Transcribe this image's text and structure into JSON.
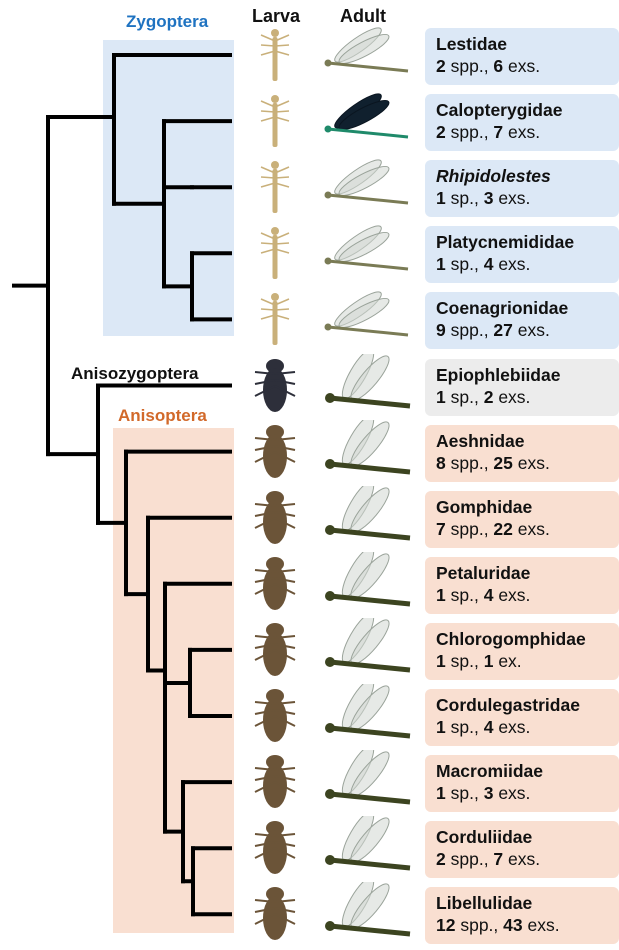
{
  "headers": {
    "larva": "Larva",
    "adult": "Adult"
  },
  "clades": {
    "zygoptera": {
      "label": "Zygoptera",
      "label_color": "#1f73c1",
      "bg_color": "#dce8f6"
    },
    "anisozygoptera": {
      "label": "Anisozygoptera",
      "label_color": "#111111"
    },
    "anisoptera": {
      "label": "Anisoptera",
      "label_color": "#d2692a",
      "bg_color": "#f9dfd1"
    }
  },
  "families": [
    {
      "name": "Lestidae",
      "italic": false,
      "species": "2",
      "species_unit": "spp.",
      "specimens": "6",
      "specimens_unit": "exs.",
      "clade": "zygoptera"
    },
    {
      "name": "Calopterygidae",
      "italic": false,
      "species": "2",
      "species_unit": "spp.",
      "specimens": "7",
      "specimens_unit": "exs.",
      "clade": "zygoptera"
    },
    {
      "name": "Rhipidolestes",
      "italic": true,
      "species": "1",
      "species_unit": "sp.",
      "specimens": "3",
      "specimens_unit": "exs.",
      "clade": "zygoptera"
    },
    {
      "name": "Platycnemididae",
      "italic": false,
      "species": "1",
      "species_unit": "sp.",
      "specimens": "4",
      "specimens_unit": "exs.",
      "clade": "zygoptera"
    },
    {
      "name": "Coenagrionidae",
      "italic": false,
      "species": "9",
      "species_unit": "spp.",
      "specimens": "27",
      "specimens_unit": "exs.",
      "clade": "zygoptera"
    },
    {
      "name": "Epiophlebiidae",
      "italic": false,
      "species": "1",
      "species_unit": "sp.",
      "specimens": "2",
      "specimens_unit": "exs.",
      "clade": "anisozygoptera"
    },
    {
      "name": "Aeshnidae",
      "italic": false,
      "species": "8",
      "species_unit": "spp.",
      "specimens": "25",
      "specimens_unit": "exs.",
      "clade": "anisoptera"
    },
    {
      "name": "Gomphidae",
      "italic": false,
      "species": "7",
      "species_unit": "spp.",
      "specimens": "22",
      "specimens_unit": "exs.",
      "clade": "anisoptera"
    },
    {
      "name": "Petaluridae",
      "italic": false,
      "species": "1",
      "species_unit": "sp.",
      "specimens": "4",
      "specimens_unit": "exs.",
      "clade": "anisoptera"
    },
    {
      "name": "Chlorogomphidae",
      "italic": false,
      "species": "1",
      "species_unit": "sp.",
      "specimens": "1",
      "specimens_unit": "ex.",
      "clade": "anisoptera"
    },
    {
      "name": "Cordulegastridae",
      "italic": false,
      "species": "1",
      "species_unit": "sp.",
      "specimens": "4",
      "specimens_unit": "exs.",
      "clade": "anisoptera"
    },
    {
      "name": "Macromiidae",
      "italic": false,
      "species": "1",
      "species_unit": "sp.",
      "specimens": "3",
      "specimens_unit": "exs.",
      "clade": "anisoptera"
    },
    {
      "name": "Corduliidae",
      "italic": false,
      "species": "2",
      "species_unit": "spp.",
      "specimens": "7",
      "specimens_unit": "exs.",
      "clade": "anisoptera"
    },
    {
      "name": "Libellulidae",
      "italic": false,
      "species": "12",
      "species_unit": "spp.",
      "specimens": "43",
      "specimens_unit": "exs.",
      "clade": "anisoptera"
    }
  ],
  "box_colors": {
    "zygoptera": "#dce8f6",
    "anisozygoptera": "#ececec",
    "anisoptera": "#f9dfd1"
  },
  "tree_color": "#000000"
}
